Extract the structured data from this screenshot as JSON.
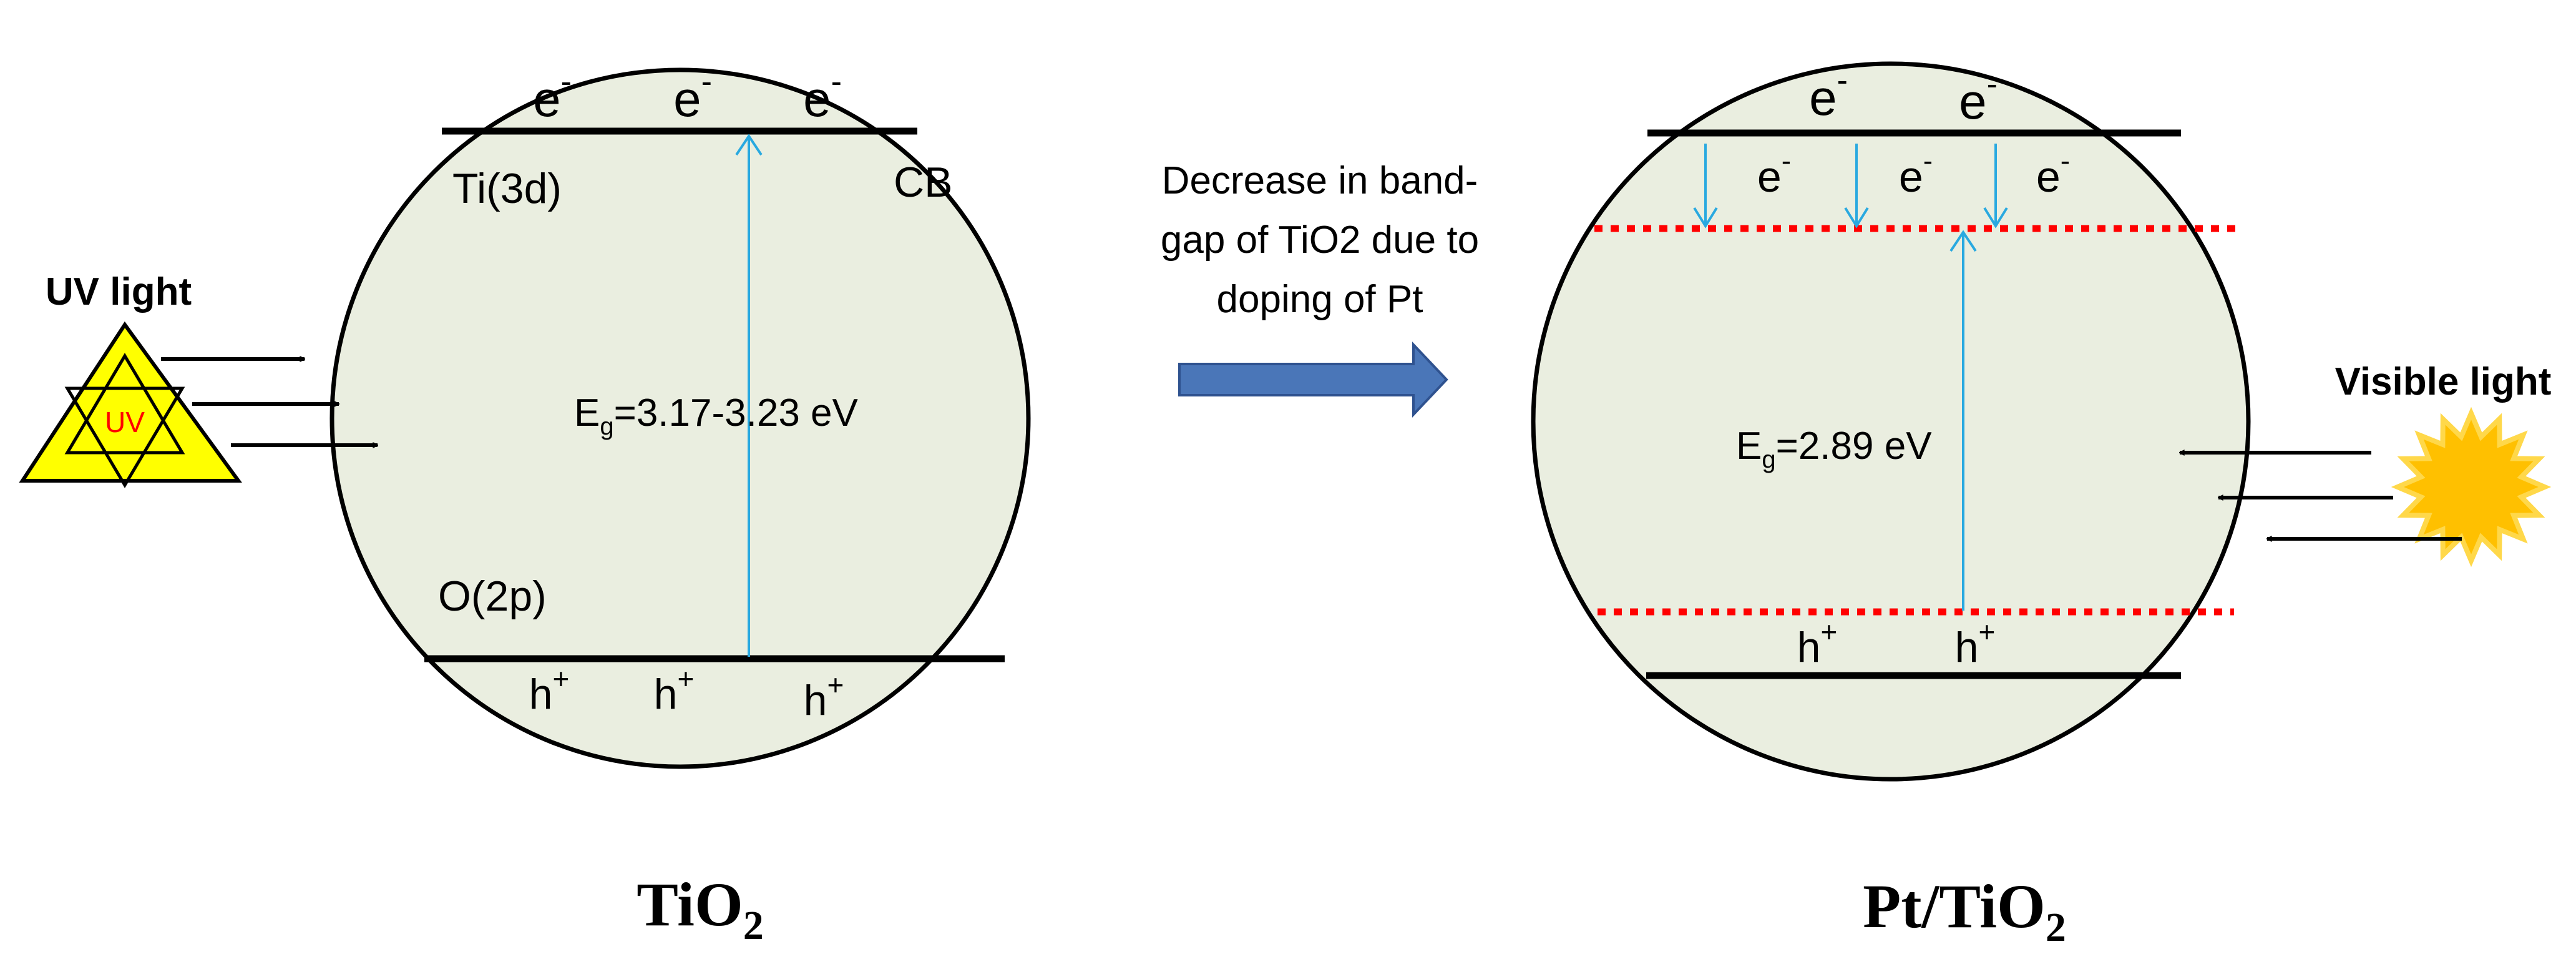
{
  "colors": {
    "circle_fill": "#eaeee0",
    "outline": "#000000",
    "transition_arrow": "#29a9e0",
    "dotted_level": "#ff0000",
    "big_arrow_fill": "#4a76b8",
    "big_arrow_stroke": "#2f528f",
    "uv_triangle": "#ffff00",
    "uv_text": "#ff0000",
    "sun_fill": "#ffc000",
    "sun_stroke": "#ffd84a"
  },
  "left_panel": {
    "uv_label": "UV light",
    "uv_icon_text": "UV",
    "electron": "e",
    "electron_sign": "-",
    "hole": "h",
    "hole_sign": "+",
    "cb_orbital": "Ti(3d)",
    "cb_label": "CB",
    "vb_orbital": "O(2p)",
    "eg_prefix": "E",
    "eg_sub": "g",
    "eg_value": "=3.17-3.23 eV",
    "caption_main": "TiO",
    "caption_sub": "2"
  },
  "middle": {
    "text_line1": "Decrease in band-",
    "text_line2": "gap of TiO2 due to",
    "text_line3": "doping of Pt"
  },
  "right_panel": {
    "visible_label": "Visible light",
    "electron": "e",
    "electron_sign": "-",
    "hole": "h",
    "hole_sign": "+",
    "eg_prefix": "E",
    "eg_sub": "g",
    "eg_value": "=2.89 eV",
    "caption_main": "Pt/TiO",
    "caption_sub": "2"
  }
}
